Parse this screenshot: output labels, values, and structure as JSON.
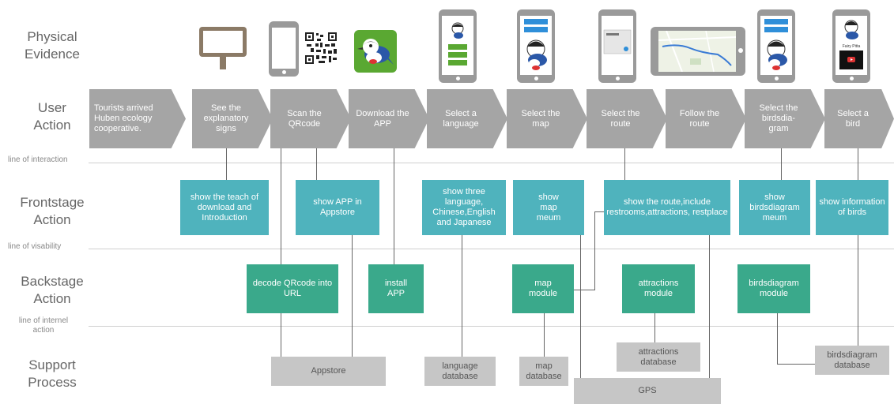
{
  "row_labels": {
    "physical": "Physical Evidence",
    "user": "User Action",
    "frontstage": "Frontstage Action",
    "backstage": "Backstage Action",
    "support": "Support Process"
  },
  "line_labels": {
    "interaction": "line of interaction",
    "visibility": "line of visability",
    "internal": "line of internel action"
  },
  "user_actions": [
    "Tourists arrived Huben ecology cooperative.",
    "See the explanatory signs",
    "Scan the QRcode",
    "Download the APP",
    "Select a language",
    "Select the map",
    "Select the route",
    "Follow the route",
    "Select the birdsdia-gram",
    "Select a bird"
  ],
  "frontstage": [
    "show the teach of download and Introduction",
    "show APP in Appstore",
    "show three language, Chinese,English and Japanese",
    "show map meum",
    "show the route,include restrooms,attractions, restplace",
    "show birdsdiagram meum",
    "show information of birds"
  ],
  "backstage": [
    "decode QRcode into URL",
    "install APP",
    "map module",
    "attractions module",
    "birdsdiagram module"
  ],
  "support": [
    "Appstore",
    "language database",
    "map database",
    "attractions database",
    "GPS",
    "birdsdiagram database"
  ],
  "phone_texts": {
    "bird_name": "Fairy Pitta"
  },
  "colors": {
    "arrow_gray": "#a5a5a5",
    "frontstage_teal": "#4fb3bd",
    "backstage_green": "#3aa98b",
    "support_gray": "#c6c6c6"
  }
}
